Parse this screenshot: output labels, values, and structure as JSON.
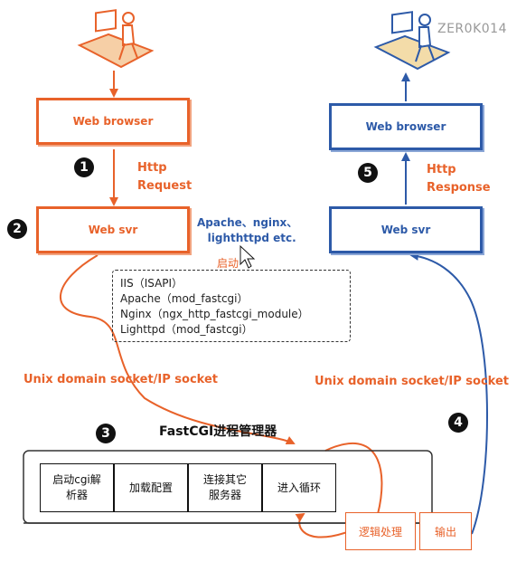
{
  "watermark": "ZER0K014",
  "left": {
    "browser_label": "Web browser",
    "step1": "1",
    "request_line1": "Http",
    "request_line2": "Request",
    "step2": "2",
    "svr_label": "Web svr",
    "servers_line1": "Apache、nginx、",
    "servers_line2": "lighthttpd etc.",
    "launch_label": "启动",
    "socket_label": "Unix domain socket/IP socket"
  },
  "module_list": [
    "IIS（ISAPI）",
    "Apache（mod_fastcgi）",
    "Nginx（ngx_http_fastcgi_module）",
    "Lighttpd（mod_fastcgi）"
  ],
  "right": {
    "browser_label": "Web browser",
    "step5": "5",
    "response_line1": "Http",
    "response_line2": "Response",
    "svr_label": "Web svr",
    "socket_label": "Unix domain socket/IP socket",
    "step4": "4"
  },
  "fastcgi": {
    "step3": "3",
    "title": "FastCGI进程管理器",
    "steps": [
      {
        "line1": "启动cgi解",
        "line2": "析器"
      },
      {
        "line1": "加载配置",
        "line2": ""
      },
      {
        "line1": "连接其它",
        "line2": "服务器"
      },
      {
        "line1": "进入循环",
        "line2": ""
      }
    ],
    "logic_label": "逻辑处理",
    "output_label": "输出"
  },
  "colors": {
    "request": "#e8622a",
    "response": "#2d5aa8"
  },
  "icons": [
    "user-at-computer-icon",
    "cursor-icon"
  ]
}
